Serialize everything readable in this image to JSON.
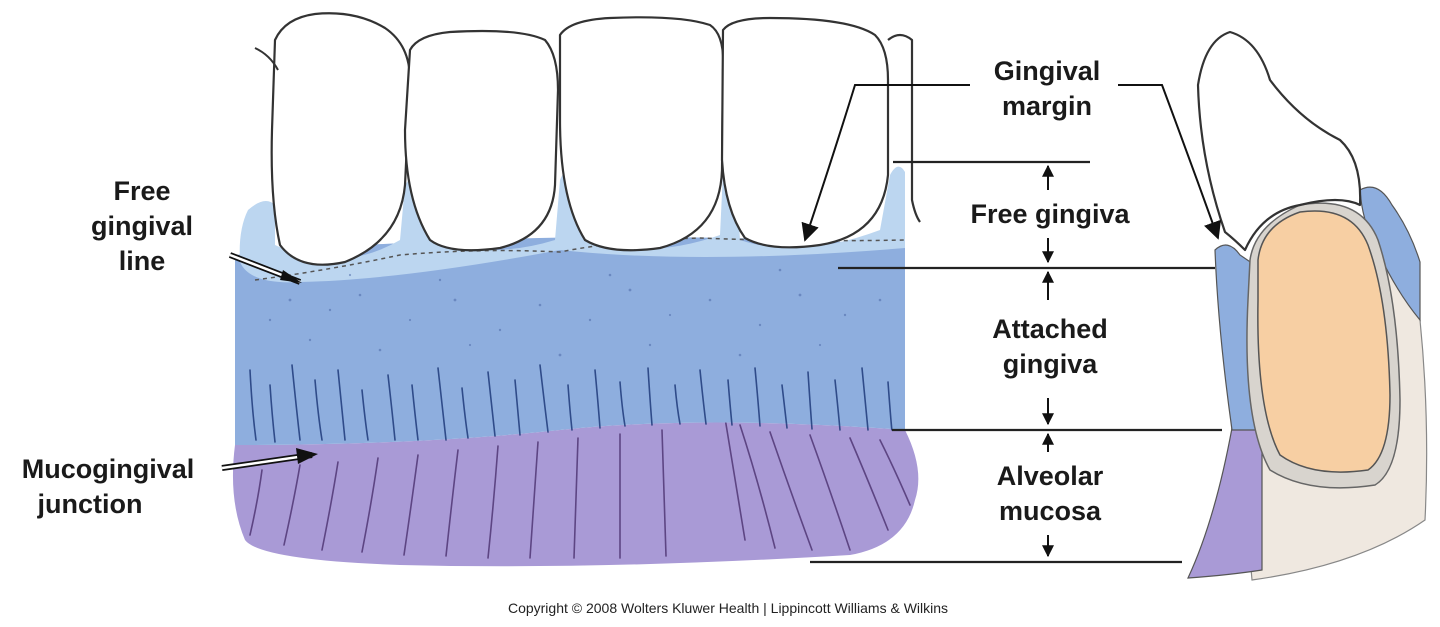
{
  "labels": {
    "gingival_margin_line1": "Gingival",
    "gingival_margin_line2": "margin",
    "free_gingival_line_line1": "Free",
    "free_gingival_line_line2": "gingival",
    "free_gingival_line_line3": "line",
    "free_gingiva": "Free gingiva",
    "attached_gingiva_line1": "Attached",
    "attached_gingiva_line2": "gingiva",
    "alveolar_mucosa_line1": "Alveolar",
    "alveolar_mucosa_line2": "mucosa",
    "mucogingival_junction_line1": "Mucogingival",
    "mucogingival_junction_line2": "junction"
  },
  "copyright": "Copyright © 2008 Wolters Kluwer Health | Lippincott Williams & Wilkins",
  "colors": {
    "free_gingiva": "#bcd6f0",
    "attached_gingiva": "#8eaede",
    "alveolar_mucosa": "#a99ad6",
    "root": "#f7cfa3",
    "bone": "#efe8e0",
    "enamel": "#ffffff"
  }
}
